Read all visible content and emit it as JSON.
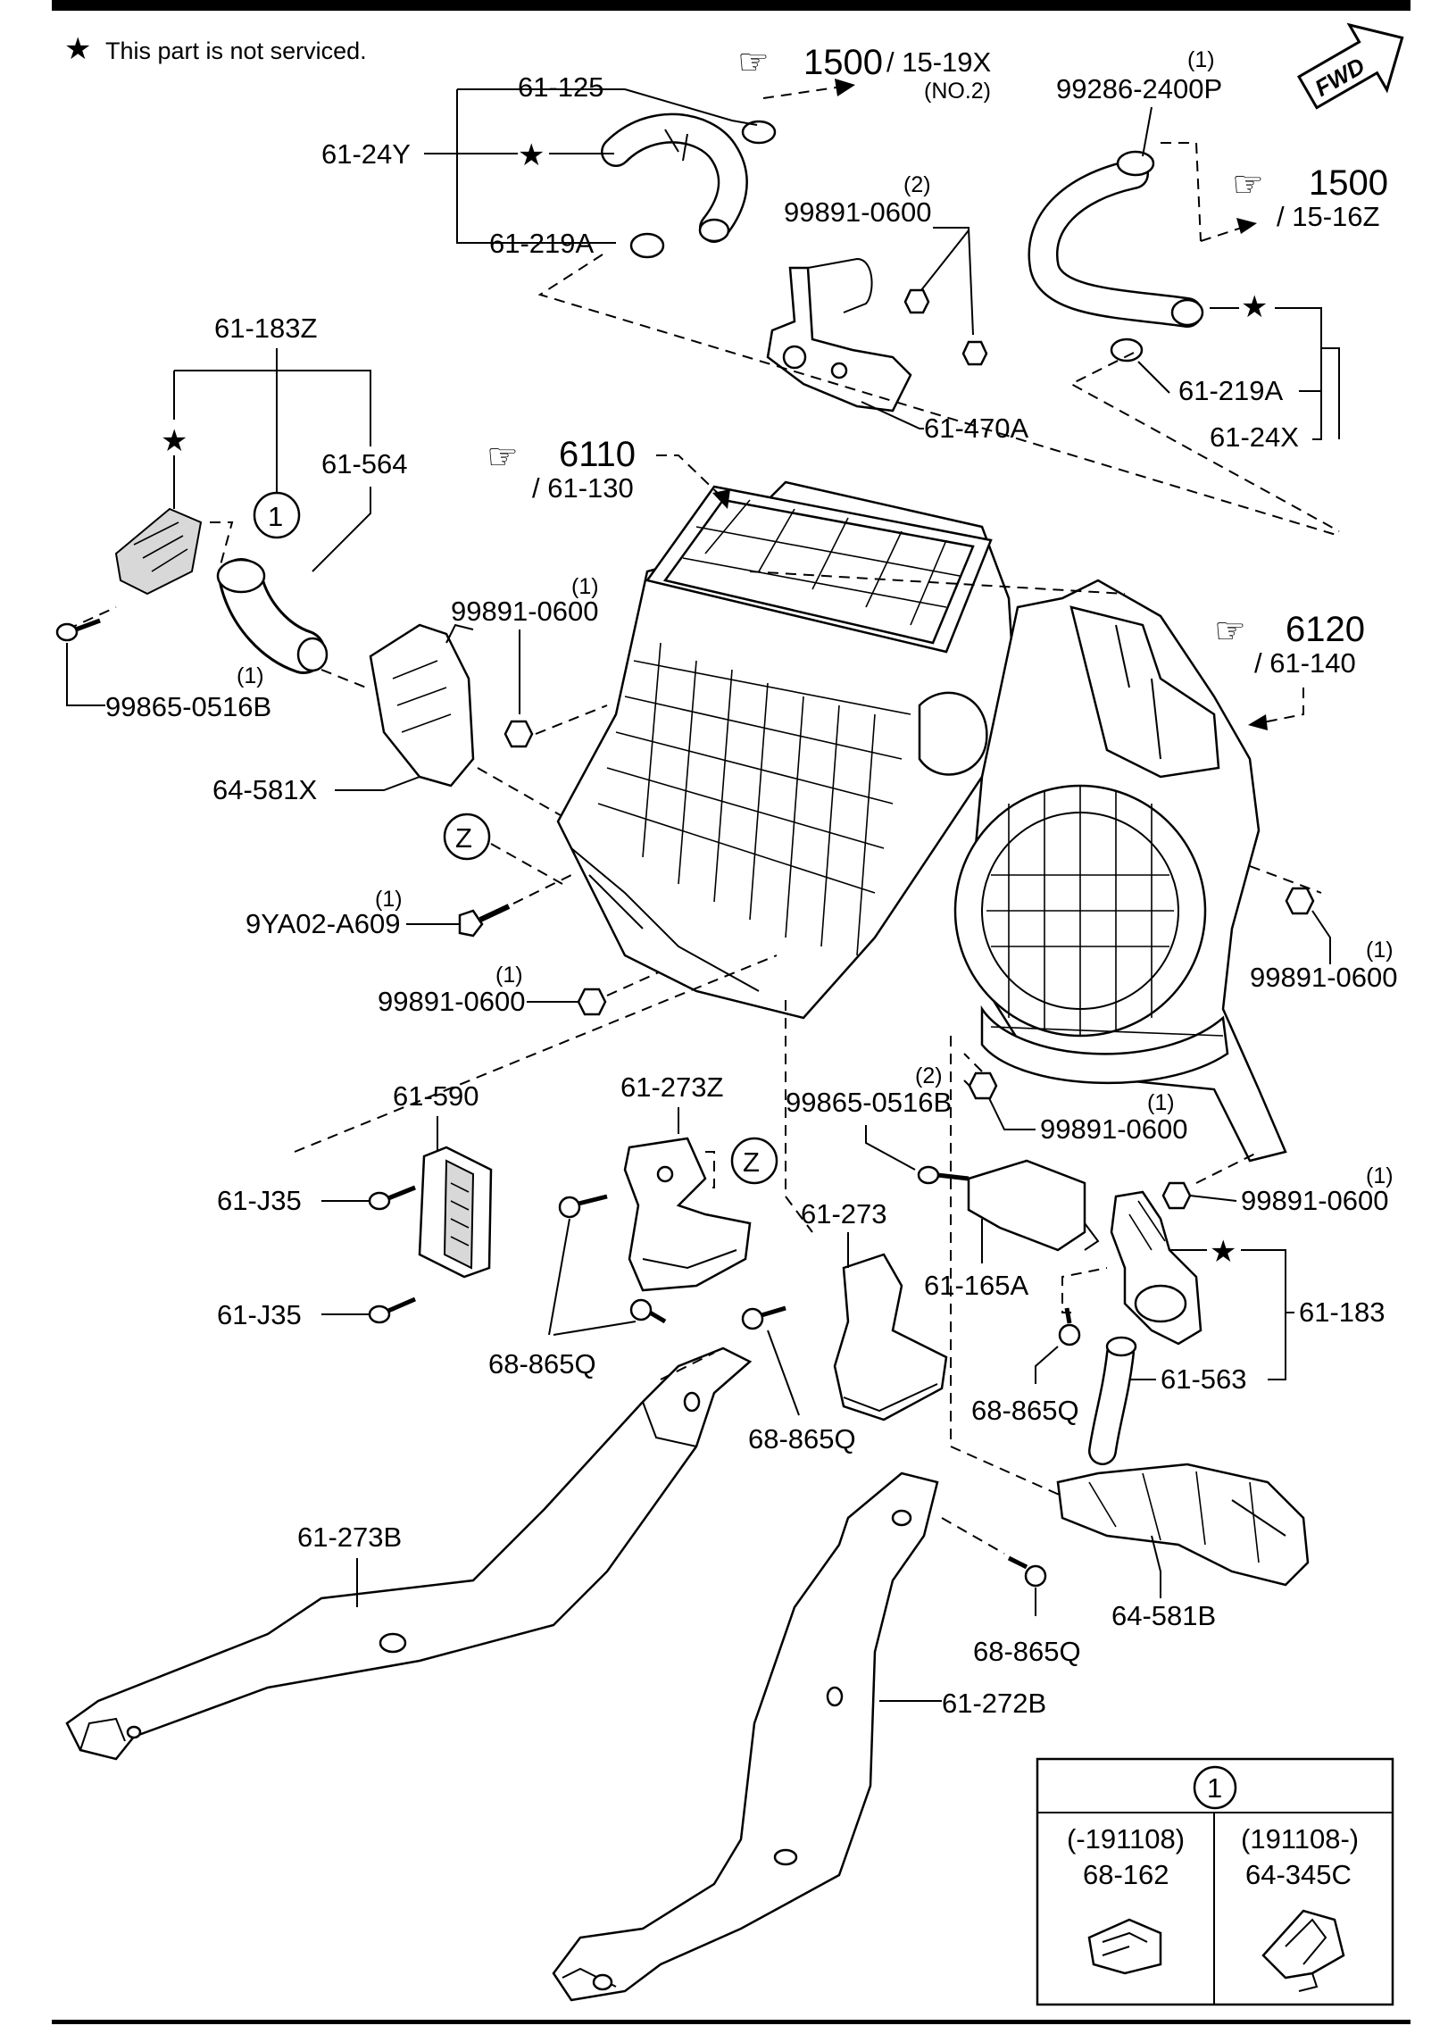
{
  "note": "This part is not serviced.",
  "fwd": "FWD",
  "refs": [
    {
      "id": "ref-1500-a",
      "num": "1500",
      "sub": "/ 15-19X",
      "sub2": "(NO.2)"
    },
    {
      "id": "ref-1500-b",
      "num": "1500",
      "sub": "/ 15-16Z"
    },
    {
      "id": "ref-6110",
      "num": "6110",
      "sub": "/ 61-130"
    },
    {
      "id": "ref-6120",
      "num": "6120",
      "sub": "/ 61-140"
    }
  ],
  "labels": {
    "l_61_125": "61-125",
    "l_61_24Y": "61-24Y",
    "l_61_219A_top": "61-219A",
    "l_99286_qty": "(1)",
    "l_99286": "99286-2400P",
    "l_99891_top_qty": "(2)",
    "l_99891_top": "99891-0600",
    "l_61_219A_r": "61-219A",
    "l_61_24X": "61-24X",
    "l_61_470A": "61-470A",
    "l_61_183Z": "61-183Z",
    "l_61_564": "61-564",
    "l_99891_mid_qty": "(1)",
    "l_99891_mid": "99891-0600",
    "l_99865_l_qty": "(1)",
    "l_99865_l": "99865-0516B",
    "l_64_581X": "64-581X",
    "l_9YA02_qty": "(1)",
    "l_9YA02": "9YA02-A609",
    "l_99891_low_qty": "(1)",
    "l_99891_low": "99891-0600",
    "l_99891_r1_qty": "(1)",
    "l_99891_r1": "99891-0600",
    "l_61_590": "61-590",
    "l_61_273Z": "61-273Z",
    "l_99865_c_qty": "(2)",
    "l_99865_c": "99865-0516B",
    "l_99891_c_qty": "(1)",
    "l_99891_c": "99891-0600",
    "l_99891_r2_qty": "(1)",
    "l_99891_r2": "99891-0600",
    "l_61_J35_a": "61-J35",
    "l_61_J35_b": "61-J35",
    "l_61_273": "61-273",
    "l_61_165A": "61-165A",
    "l_61_183": "61-183",
    "l_61_563": "61-563",
    "l_68_865Q_a": "68-865Q",
    "l_68_865Q_b": "68-865Q",
    "l_68_865Q_c": "68-865Q",
    "l_68_865Q_d": "68-865Q",
    "l_61_273B": "61-273B",
    "l_61_272B": "61-272B",
    "l_64_581B": "64-581B"
  },
  "callout": {
    "marker": "1",
    "zone": "Z",
    "legend": {
      "left_range": "(-191108)",
      "left_part": "68-162",
      "right_range": "(191108-)",
      "right_part": "64-345C"
    }
  }
}
